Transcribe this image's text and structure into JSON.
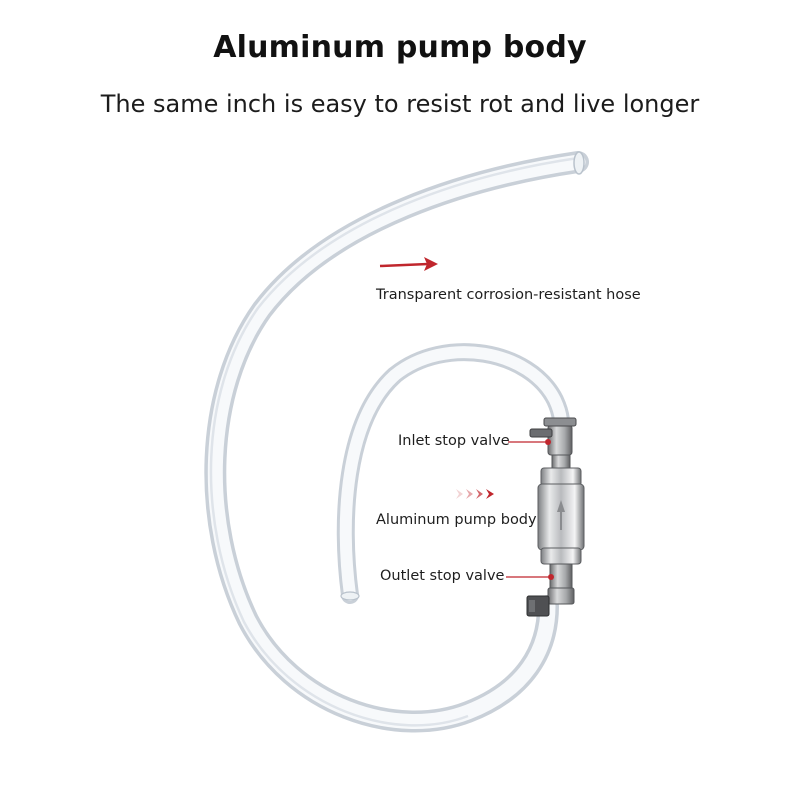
{
  "header": {
    "title": "Aluminum pump body",
    "subtitle": "The same inch is easy to resist rot and live longer"
  },
  "callouts": {
    "hose": "Transparent corrosion-resistant hose",
    "inlet": "Inlet stop valve",
    "pump": "Aluminum pump body",
    "outlet": "Outlet stop valve"
  },
  "colors": {
    "background": "#ffffff",
    "accent": "#c0262d",
    "text": "#1a1a1a"
  }
}
